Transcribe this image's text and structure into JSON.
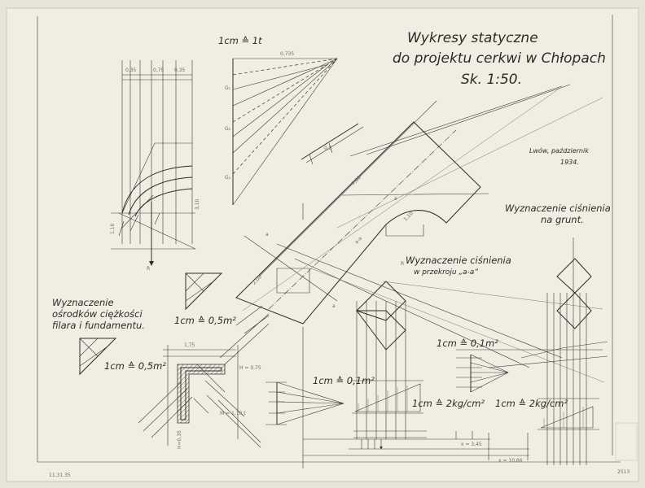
{
  "title": {
    "line1": "Wykresy statyczne",
    "line2": "do projektu cerkwi w Chłopach",
    "scale": "Sk. 1:50."
  },
  "signature": {
    "place_date": "Lwów, październik",
    "year": "1934."
  },
  "labels": {
    "force_scale_top": "1cm ≙ 1t",
    "centroid_heading_1": "Wyznaczenie",
    "centroid_heading_2": "ośrodków ciężkości",
    "centroid_heading_3": "filara i fundamentu.",
    "area_scale_a": "1cm ≙ 0,5m²",
    "area_scale_b": "1cm ≙ 0,5m²",
    "pressure_ground_1": "Wyznaczenie ciśnienia",
    "pressure_ground_2": "na grunt.",
    "pressure_section_1": "Wyznaczenie ciśnienia",
    "pressure_section_2": "w przekroju „a-a”",
    "area_scale_c": "1cm ≙ 0,1m²",
    "area_scale_d": "1cm ≙ 0,1m²",
    "stress_scale_a": "1cm ≙ 2kg/cm²",
    "stress_scale_b": "1cm ≙ 2kg/cm²"
  },
  "sheet_marks": {
    "corner_code": "2513",
    "stamp_line": "11.31.35"
  }
}
